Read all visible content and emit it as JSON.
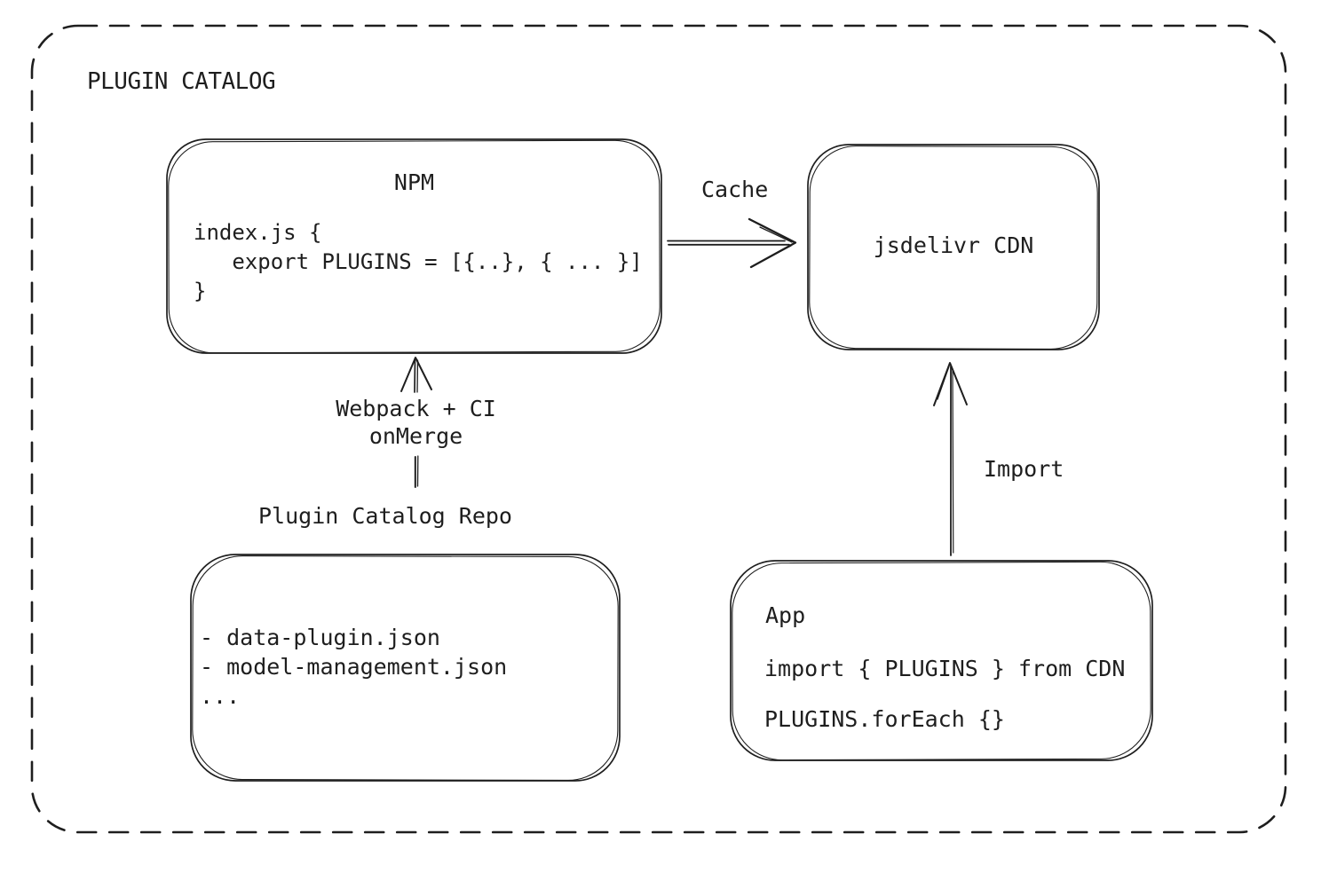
{
  "diagram": {
    "title": "PLUGIN CATALOG",
    "colors": {
      "stroke": "#1e1e1e",
      "background": "#ffffff"
    },
    "nodes": {
      "npm": {
        "title": "NPM",
        "code": "index.js {\n   export PLUGINS = [{..}, { ... }]\n}"
      },
      "cdn": {
        "title": "jsdelivr CDN"
      },
      "repo": {
        "label": "Plugin Catalog Repo",
        "items": "- data-plugin.json\n- model-management.json\n..."
      },
      "app": {
        "title": "App",
        "import_line": "import { PLUGINS } from CDN",
        "foreach_line": "PLUGINS.forEach {}"
      }
    },
    "edges": {
      "cache": {
        "label": "Cache",
        "from": "NPM",
        "to": "jsdelivr CDN"
      },
      "webpack": {
        "label": "Webpack + CI\nonMerge",
        "from": "Plugin Catalog Repo",
        "to": "NPM"
      },
      "import": {
        "label": "Import",
        "from": "App",
        "to": "jsdelivr CDN"
      }
    }
  }
}
